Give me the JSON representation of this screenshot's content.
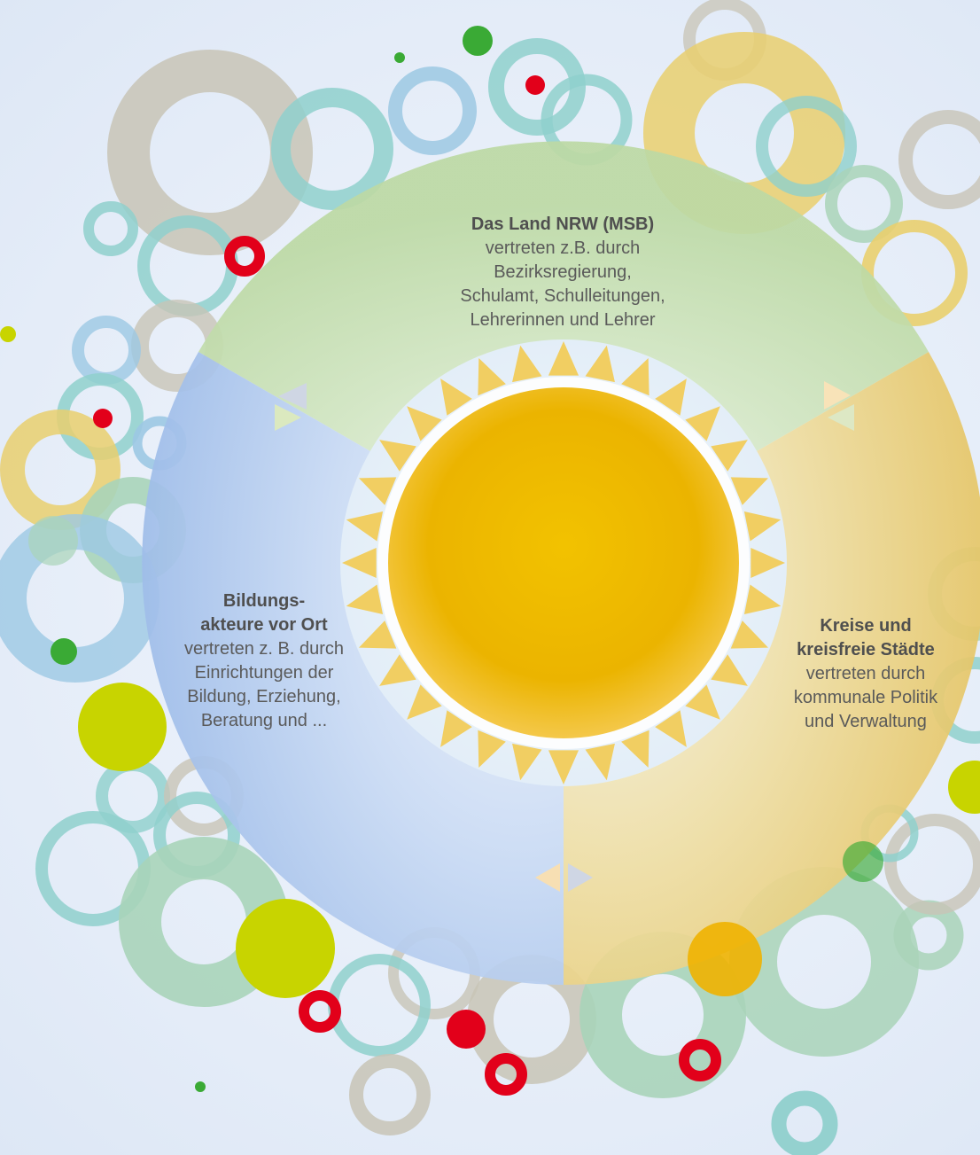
{
  "segments": {
    "top": {
      "title": "Das Land NRW (MSB)",
      "lines": [
        "vertreten z.B. durch",
        "Bezirksregierung,",
        "Schulamt, Schulleitungen,",
        "Lehrerinnen und Lehrer"
      ]
    },
    "left": {
      "title_lines": [
        "Bildungs-",
        "akteure vor Ort"
      ],
      "lines": [
        "vertreten z. B. durch",
        "Einrichtungen der",
        "Bildung, Erziehung,",
        "Beratung und ..."
      ]
    },
    "right": {
      "title_lines": [
        "Kreise und",
        "kreisfreie Städte"
      ],
      "lines": [
        "vertreten durch",
        "kommunale Politik",
        "und Verwaltung"
      ]
    }
  },
  "colors": {
    "top_segment": "#bcd9a4",
    "left_segment": "#a9c3ea",
    "right_segment": "#e9cf7a",
    "sun_core": "#eab000",
    "sun_rays": "#f1ce62",
    "accent_red": "#e2001a",
    "accent_lime": "#c8d400",
    "accent_green": "#3aaa35",
    "ring_teal": "#8fd0cc",
    "ring_blue": "#9cc8e3",
    "ring_gold": "#e9cf6e",
    "ring_grey": "#c8c4b6",
    "ring_mint": "#a9d4b9"
  },
  "icons": [
    "sun-icon",
    "cycle-arrow-icon",
    "decorative-ring-icon",
    "decorative-dot-icon"
  ]
}
